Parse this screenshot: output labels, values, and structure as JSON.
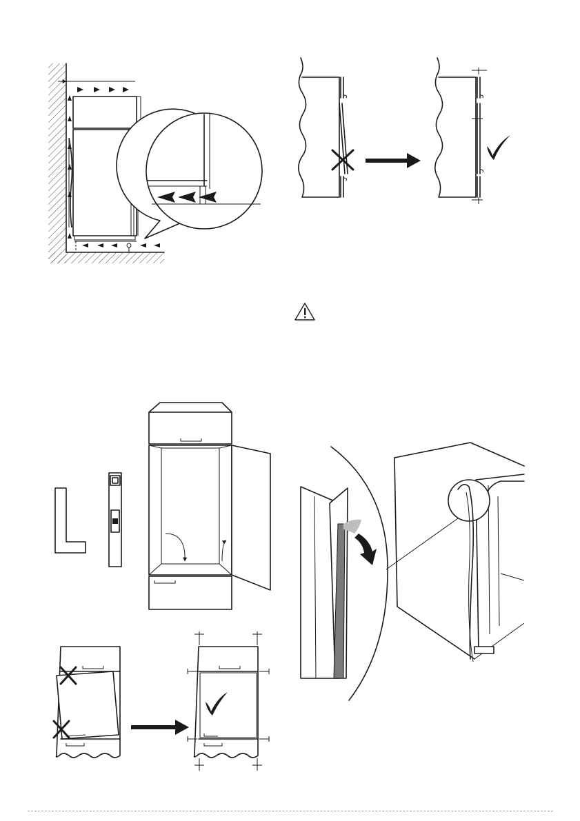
{
  "page": {
    "background": "#ffffff",
    "line_color": "#1a1a1a",
    "gasket_color": "#7a7a7a"
  },
  "figures": [
    {
      "name": "airflow-installation-figure",
      "icons": [
        "airflow-arrow-icon",
        "magnifier-circle"
      ]
    },
    {
      "name": "door-alignment-figure",
      "icons": [
        "cross-icon",
        "arrow-right-icon",
        "check-icon"
      ]
    },
    {
      "name": "warning-figure",
      "icons": [
        "warning-icon"
      ]
    },
    {
      "name": "tools-and-cabinet-figure",
      "icons": [
        "set-square-icon",
        "spirit-level-icon",
        "open-cabinet"
      ]
    },
    {
      "name": "cabinet-alignment-figure",
      "icons": [
        "cross-icon",
        "arrow-right-icon",
        "check-icon"
      ]
    },
    {
      "name": "seal-strip-figure",
      "icons": [
        "peel-arrow-icon",
        "magnifier-circle"
      ]
    }
  ]
}
